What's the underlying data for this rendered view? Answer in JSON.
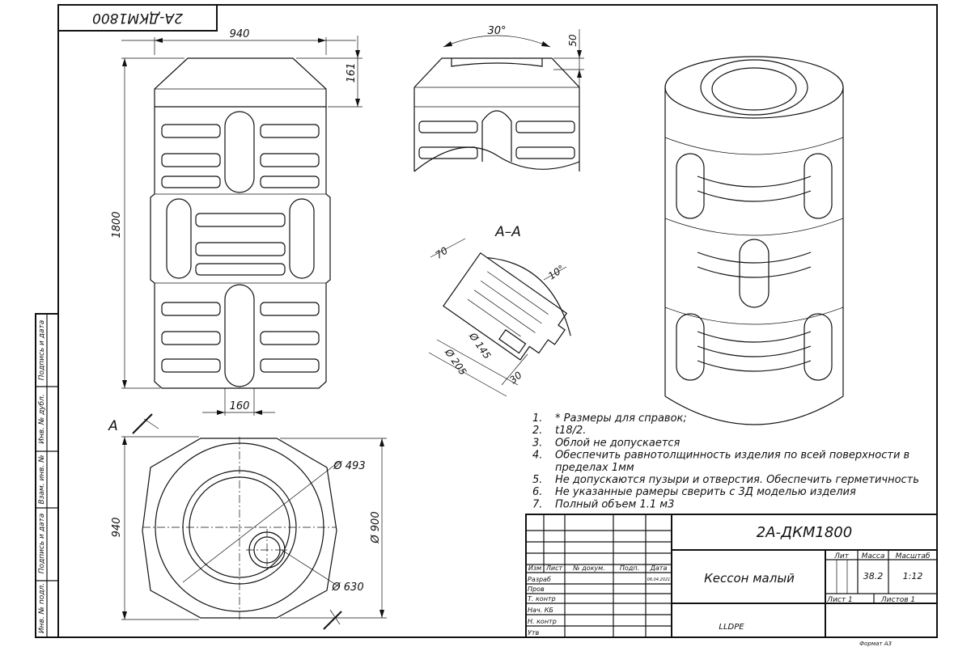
{
  "stamp_rotated": "2А-ДКМ1800",
  "dims": {
    "width_top": "940",
    "top_height": "161",
    "height": "1800",
    "bottom_width": "160",
    "angle_top": "30°",
    "top_gap": "50",
    "side_940": "940",
    "d_493": "Ø 493",
    "d_900": "Ø 900",
    "d_630": "Ø 630",
    "section_70": "70",
    "section_10deg": "10°",
    "section_145": "Ø 145",
    "section_205": "Ø 205",
    "section_30": "30"
  },
  "section_label": "А–А",
  "view_label": "А",
  "notes": [
    {
      "n": "1.",
      "text": "* Размеры для справок;"
    },
    {
      "n": "2.",
      "text": "t18/2."
    },
    {
      "n": "3.",
      "text": "Облой не допускается"
    },
    {
      "n": "4.",
      "text": "Обеспечить равнотолщинность изделия по всей поверхности в"
    },
    {
      "n": "",
      "text": "пределах 1мм"
    },
    {
      "n": "5.",
      "text": "Не допускаются пузыри и отверстия. Обеспечить герметичность"
    },
    {
      "n": "6.",
      "text": "Не указанные рамеры сверить с 3Д моделью изделия"
    },
    {
      "n": "7.",
      "text": "Полный объем 1.1 м3"
    }
  ],
  "side_labels": [
    "Инв. № подл.",
    "Подпись и дата",
    "Взам. инв. №",
    "Инв. № дубл.",
    "Подпись и дата"
  ],
  "title_block": {
    "designation": "2А-ДКМ1800",
    "name": "Кессон малый",
    "material": "LLDPE",
    "lit_label": "Лит",
    "mass_label": "Масса",
    "scale_label": "Масштаб",
    "mass": "38.2",
    "scale": "1:12",
    "sheet": "Лист 1",
    "sheets": "Листов 1",
    "columns": [
      "Изм",
      "Лист",
      "№ докум.",
      "Подп.",
      "Дата"
    ],
    "rows": [
      "Разраб",
      "Пров",
      "Т. контр",
      "Нач. КБ",
      "Н. контр",
      "Утв"
    ],
    "date": "06.04.2021",
    "format": "Формат А3"
  }
}
